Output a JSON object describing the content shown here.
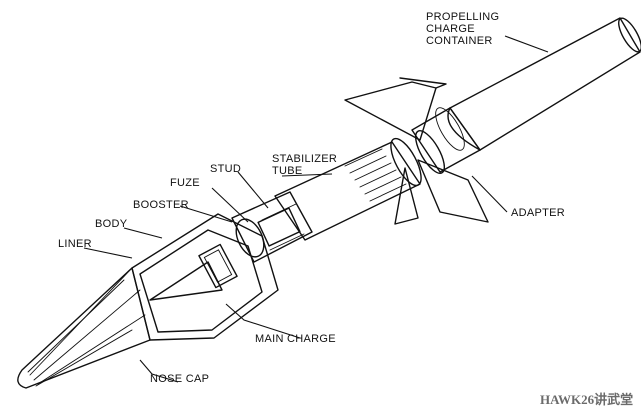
{
  "labels": {
    "propelling_charge_container": [
      "PROPELLING",
      "CHARGE",
      "CONTAINER"
    ],
    "stabilizer_tube": [
      "STABILIZER",
      "TUBE"
    ],
    "stud": "STUD",
    "fuze": "FUZE",
    "booster": "BOOSTER",
    "body": "BODY",
    "liner": "LINER",
    "adapter": "ADAPTER",
    "main_charge": "MAIN CHARGE",
    "nose_cap": "NOSE CAP"
  },
  "watermark": "HAWK26讲武堂"
}
